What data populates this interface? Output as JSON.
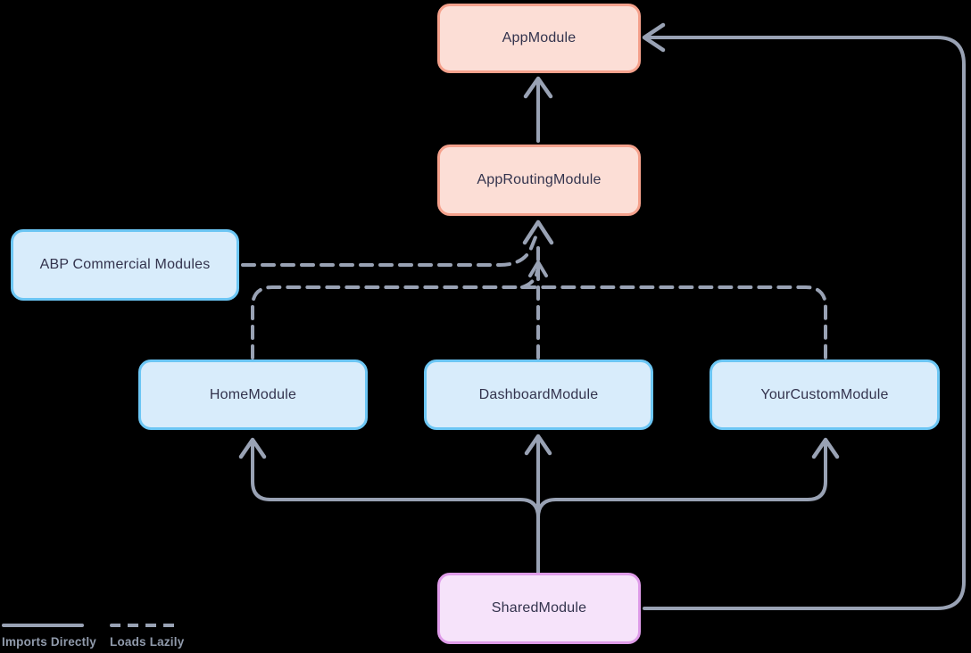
{
  "diagram": {
    "nodes": {
      "app_module": {
        "label": "AppModule"
      },
      "app_routing_module": {
        "label": "AppRoutingModule"
      },
      "abp_commercial_modules": {
        "label": "ABP Commercial Modules"
      },
      "home_module": {
        "label": "HomeModule"
      },
      "dashboard_module": {
        "label": "DashboardModule"
      },
      "your_custom_module": {
        "label": "YourCustomModule"
      },
      "shared_module": {
        "label": "SharedModule"
      }
    },
    "edges": [
      {
        "from": "AppRoutingModule",
        "to": "AppModule",
        "style": "solid"
      },
      {
        "from": "SharedModule",
        "to": "AppModule",
        "style": "solid"
      },
      {
        "from": "ABP Commercial Modules",
        "to": "AppRoutingModule",
        "style": "dashed"
      },
      {
        "from": "HomeModule",
        "to": "AppRoutingModule",
        "style": "dashed"
      },
      {
        "from": "DashboardModule",
        "to": "AppRoutingModule",
        "style": "dashed"
      },
      {
        "from": "YourCustomModule",
        "to": "AppRoutingModule",
        "style": "dashed"
      },
      {
        "from": "SharedModule",
        "to": "HomeModule",
        "style": "solid"
      },
      {
        "from": "SharedModule",
        "to": "DashboardModule",
        "style": "solid"
      },
      {
        "from": "SharedModule",
        "to": "YourCustomModule",
        "style": "solid"
      }
    ],
    "legend": {
      "imports_directly": "Imports Directly",
      "loads_lazily": "Loads Lazily"
    },
    "colors": {
      "background": "#000000",
      "line": "#99a2b4",
      "text": "#33334d",
      "legend_text": "#919bac",
      "pink_fill": "#fcded6",
      "pink_border": "#f5a18c",
      "blue_fill": "#d8ecfb",
      "blue_border": "#6cc6f4",
      "purple_fill": "#f6e3fa",
      "purple_border": "#df9ce9"
    }
  }
}
